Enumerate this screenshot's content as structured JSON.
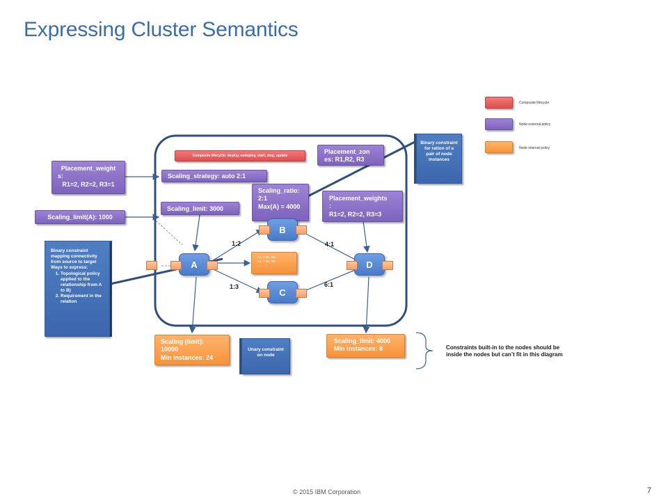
{
  "title": "Expressing Cluster Semantics",
  "footer": {
    "copyright": "© 2015 IBM Corporation",
    "page": "7"
  },
  "legend": [
    {
      "label": "Composite lifecycle",
      "color": "#e05a5a"
    },
    {
      "label": "Node external policy",
      "color": "#8a70c8"
    },
    {
      "label": "Node internal policy",
      "color": "#f7a055"
    }
  ],
  "composite_lifecycle": "Composite lifecycle: deploy, undeploy, start, stop, update",
  "nodes": {
    "a": "A",
    "b": "B",
    "c": "C",
    "d": "D"
  },
  "ratios": {
    "ab": "1:2",
    "ac": "1:3",
    "bd": "4:1",
    "cd": "6:1"
  },
  "mapping_box": {
    "line1": "A1 -> B1, B2",
    "line2": "A2 -> B3, B4",
    "line3": "..."
  },
  "boxes": {
    "placement_weights_left": {
      "line1": "Placement_weight",
      "line2": "s:",
      "line3": "R1=2, R2=2, R3=1"
    },
    "scaling_limit_a": "Scaling_limit(A): 1000",
    "scaling_strategy": "Scaling_strategy: auto 2:1",
    "scaling_limit_3000": "Scaling_limit: 3000",
    "scaling_ratio": {
      "line1": "Scaling_ratio:",
      "line2": "2:1",
      "line3": "Max(A) = 4000"
    },
    "placement_zones": {
      "line1": "Placement_zon",
      "line2": "es: R1,R2, R3"
    },
    "placement_weights_right": {
      "line1": "Placement_weights",
      "line2": ":",
      "line3": "R1=2, R2=2, R3=3"
    },
    "scaling_limit_a_node": {
      "line1": "Scaling (limit):",
      "line2": "10000",
      "line3": "Min instances: 24"
    },
    "scaling_limit_d_node": {
      "line1": "Scaling_limit: 4000",
      "line2": "Min instances: 8"
    }
  },
  "callouts": {
    "binary_pair": "Binary constraint for ration of a pair of node instances",
    "unary": "Unary constraint on node",
    "binary_mapping": {
      "intro": "Binary constraint mapping connectivity from source to target Ways to express:",
      "items": [
        "Topological policy applied to the relationship from A to B)",
        "Requirement in the relation"
      ]
    }
  },
  "note": "Constraints built-in to the nodes should be inside the nodes but can’t fit in this diagram"
}
